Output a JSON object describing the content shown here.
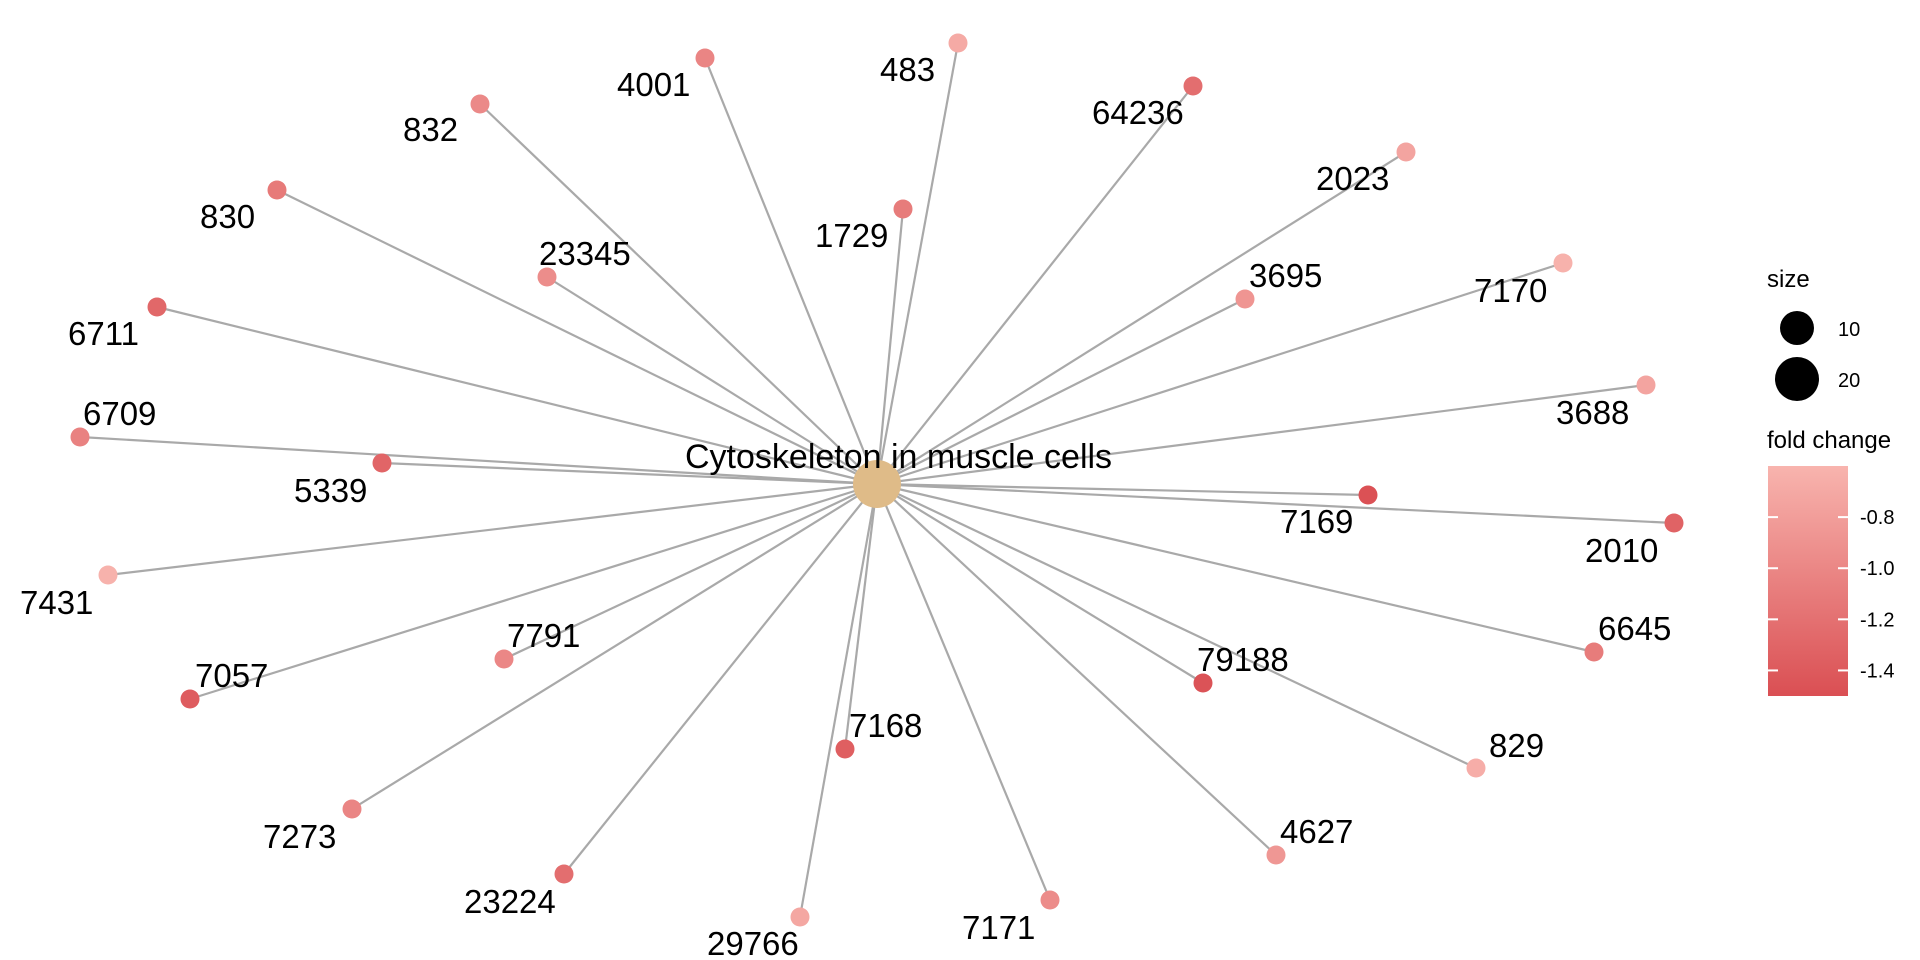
{
  "network": {
    "center": {
      "label": "Cytoskeleton in muscle cells",
      "color": "#dfbb88"
    },
    "nodes": [
      {
        "id": "483",
        "fold_change": -0.69
      },
      {
        "id": "4001",
        "fold_change": -1.02
      },
      {
        "id": "64236",
        "fold_change": -1.22
      },
      {
        "id": "832",
        "fold_change": -0.98
      },
      {
        "id": "2023",
        "fold_change": -0.74
      },
      {
        "id": "1729",
        "fold_change": -1.1
      },
      {
        "id": "830",
        "fold_change": -1.12
      },
      {
        "id": "23345",
        "fold_change": -0.95
      },
      {
        "id": "3695",
        "fold_change": -0.88
      },
      {
        "id": "7170",
        "fold_change": -0.62
      },
      {
        "id": "6711",
        "fold_change": -1.28
      },
      {
        "id": "3688",
        "fold_change": -0.74
      },
      {
        "id": "6709",
        "fold_change": -1.05
      },
      {
        "id": "5339",
        "fold_change": -1.3
      },
      {
        "id": "7169",
        "fold_change": -1.48
      },
      {
        "id": "2010",
        "fold_change": -1.32
      },
      {
        "id": "7431",
        "fold_change": -0.62
      },
      {
        "id": "7791",
        "fold_change": -1.0
      },
      {
        "id": "79188",
        "fold_change": -1.46
      },
      {
        "id": "6645",
        "fold_change": -1.1
      },
      {
        "id": "7057",
        "fold_change": -1.38
      },
      {
        "id": "7168",
        "fold_change": -1.36
      },
      {
        "id": "829",
        "fold_change": -0.66
      },
      {
        "id": "7273",
        "fold_change": -1.02
      },
      {
        "id": "4627",
        "fold_change": -0.86
      },
      {
        "id": "23224",
        "fold_change": -1.22
      },
      {
        "id": "29766",
        "fold_change": -0.72
      },
      {
        "id": "7171",
        "fold_change": -0.96
      }
    ]
  },
  "legend": {
    "size": {
      "title": "size",
      "entries": [
        {
          "label": "10",
          "value": 10
        },
        {
          "label": "20",
          "value": 20
        }
      ]
    },
    "color": {
      "title": "fold change",
      "low_color": "#da4f53",
      "high_color": "#f8b4ae",
      "range": [
        -1.5,
        -0.6
      ],
      "ticks": [
        {
          "label": "-0.8",
          "value": -0.8
        },
        {
          "label": "-1.0",
          "value": -1.0
        },
        {
          "label": "-1.2",
          "value": -1.2
        },
        {
          "label": "-1.4",
          "value": -1.4
        }
      ]
    }
  }
}
